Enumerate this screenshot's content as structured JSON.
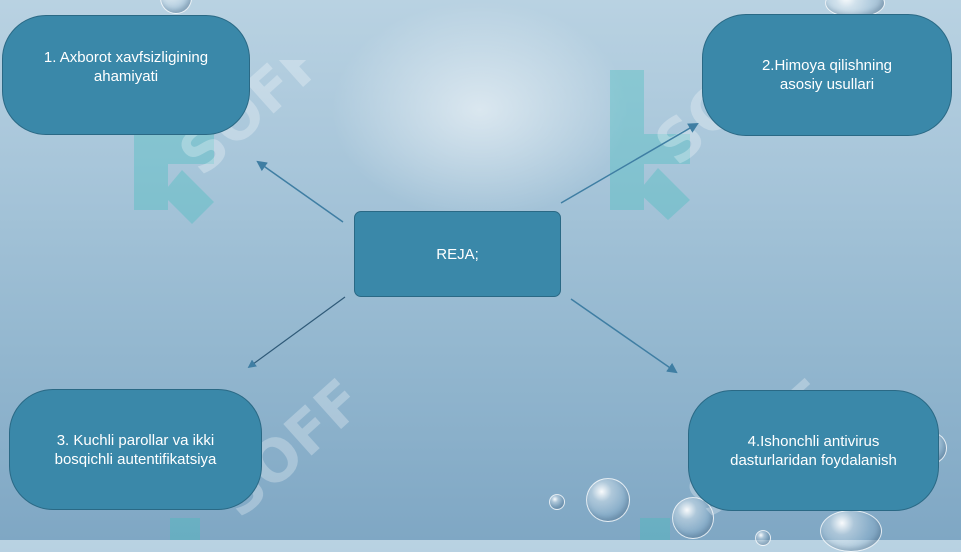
{
  "diagram": {
    "center": {
      "label": "REJA;"
    },
    "items": [
      {
        "label": "1. Axborot xavfsizligining ahamiyati"
      },
      {
        "label": "2.Himoya qilishning asosiy usullari"
      },
      {
        "label": "3. Kuchli parollar va ikki bosqichli autentifikatsiya"
      },
      {
        "label": "4.Ishonchli antivirus dasturlaridan foydalanish"
      }
    ]
  },
  "watermark": {
    "text": "SOFF"
  },
  "colors": {
    "node_fill": "#3a88a9",
    "node_border": "#2a6985",
    "arrow": "#3f7ea3",
    "background": "#a8c6da"
  }
}
